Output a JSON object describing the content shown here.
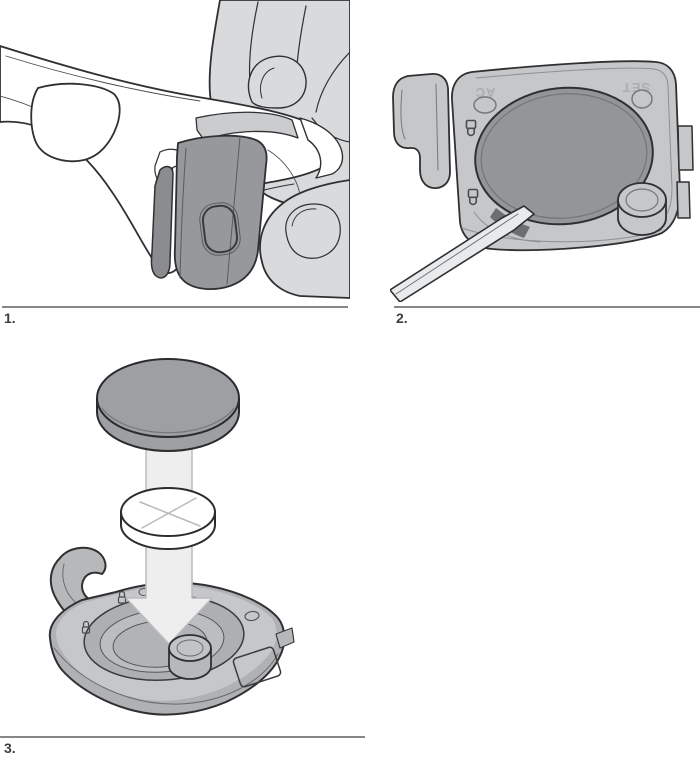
{
  "page": {
    "kind": "instruction-manual-illustration-page",
    "background": "#ffffff"
  },
  "figures": [
    {
      "number": "1.",
      "description": "Hand removing the sensor pod from the eyeglasses temple"
    },
    {
      "number": "2.",
      "description": "Flat tool prying open the round battery cover on the back of the sensor",
      "engraved_labels": {
        "ac": "AC",
        "set": "SET"
      },
      "icons": [
        "lock-icon",
        "lock-icon"
      ]
    },
    {
      "number": "3.",
      "description": "Exploded view: battery cover, coin-cell battery and sensor base with insertion arrow"
    }
  ],
  "colors": {
    "outline": "#2f3032",
    "cover_gray": "#939598",
    "body_gray": "#c6c7c9",
    "sensor_gray": "#97989b",
    "hand_gray": "#d9dadb",
    "arrow_gray": "#eeeeef",
    "battery_white": "#ffffff",
    "rule_gray": "#85868a",
    "caption_text": "#3d3e40"
  }
}
